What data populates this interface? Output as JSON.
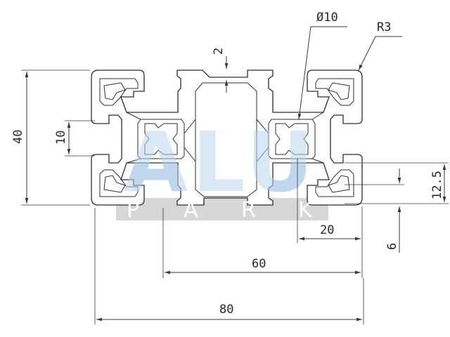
{
  "drawing": {
    "title": "",
    "dimensions": {
      "diameter": "Ø10",
      "radius": "R3",
      "wall": "2",
      "height": "40",
      "slot_width": "10",
      "offset_small": "12.5",
      "pitch_small": "20",
      "edge_offset": "6",
      "pitch_large": "60",
      "overall_width": "80"
    },
    "watermark": {
      "brand_main": "ALU",
      "brand_sub": [
        "P",
        "A",
        "R",
        "K"
      ],
      "color_main": "#bcd6ee",
      "color_band": "#c8c8c8"
    },
    "colors": {
      "line": "#3a3a3a",
      "text": "#2a2a2a",
      "background": "#ffffff"
    }
  }
}
